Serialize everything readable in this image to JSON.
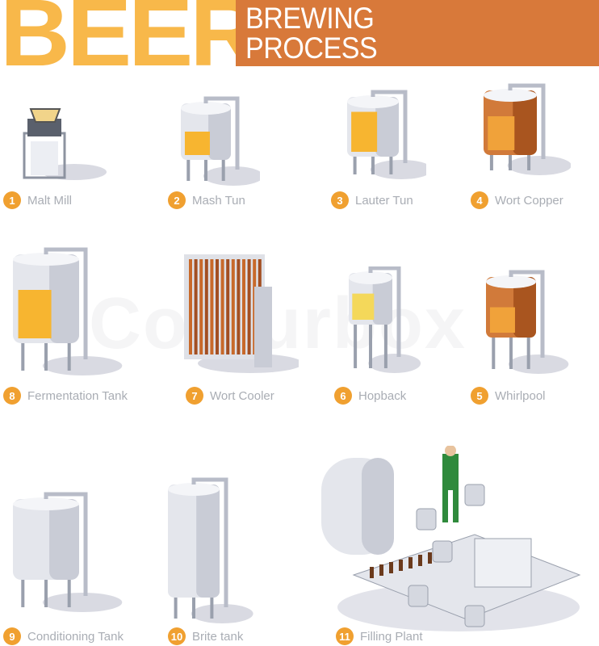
{
  "header": {
    "title_main": "BEER",
    "title_line1": "BREWING",
    "title_line2": "PROCESS"
  },
  "colors": {
    "title_yellow": "#F8B84A",
    "banner_orange": "#D8793A",
    "badge_orange": "#F0A030",
    "label_gray": "#A9ADB4",
    "copper": "#C8692A",
    "beer": "#F7B530"
  },
  "steps": [
    {
      "number": "1",
      "label": "Malt Mill"
    },
    {
      "number": "2",
      "label": "Mash Tun"
    },
    {
      "number": "3",
      "label": "Lauter Tun"
    },
    {
      "number": "4",
      "label": "Wort Copper"
    },
    {
      "number": "5",
      "label": "Whirlpool"
    },
    {
      "number": "6",
      "label": "Hopback"
    },
    {
      "number": "7",
      "label": "Wort Cooler"
    },
    {
      "number": "8",
      "label": "Fermentation Tank"
    },
    {
      "number": "9",
      "label": "Conditioning Tank"
    },
    {
      "number": "10",
      "label": "Brite tank"
    },
    {
      "number": "11",
      "label": "Filling Plant"
    }
  ],
  "watermark": "Colourbox"
}
